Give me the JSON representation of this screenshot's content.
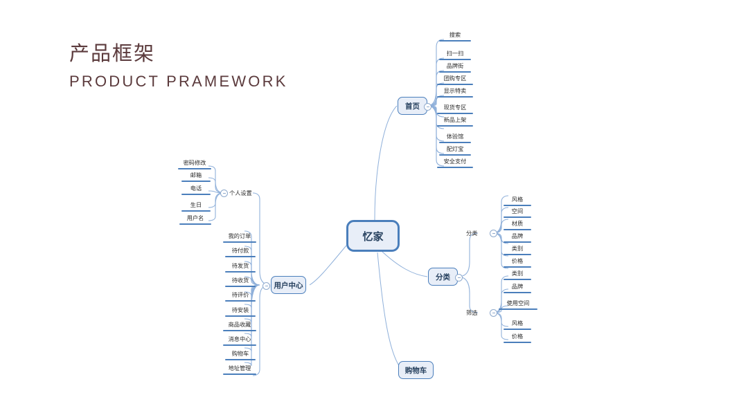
{
  "header": {
    "title_cn": "产品框架",
    "title_en": "PRODUCT PRAMEWORK",
    "title_color": "#5b3a3c"
  },
  "theme": {
    "node_fill": "#e8eef8",
    "node_border": "#4a7ebb",
    "node_text": "#26405e",
    "link_color": "#8fb0da",
    "bar_color": "#4a7ebb",
    "leaf_text": "#2b2b2b",
    "background": "#ffffff"
  },
  "mindmap": {
    "root": {
      "label": "忆家"
    },
    "branches": [
      {
        "label": "首页",
        "side": "right",
        "toggle": "collapse-toggle",
        "children": [
          {
            "label": "搜索"
          },
          {
            "label": "扫一扫"
          },
          {
            "label": "品牌街"
          },
          {
            "label": "团购专区"
          },
          {
            "label": "显示特卖"
          },
          {
            "label": "现货专区"
          },
          {
            "label": "新品上架"
          },
          {
            "label": "体验馆"
          },
          {
            "label": "配灯宝"
          },
          {
            "label": "安全支付"
          }
        ]
      },
      {
        "label": "分类",
        "side": "right",
        "toggle": "collapse-toggle",
        "groups": [
          {
            "label": "分类",
            "toggle": "collapse-toggle",
            "children": [
              {
                "label": "风格"
              },
              {
                "label": "空间"
              },
              {
                "label": "材质"
              },
              {
                "label": "品牌"
              },
              {
                "label": "类别"
              },
              {
                "label": "价格"
              }
            ]
          },
          {
            "label": "筛选",
            "toggle": "collapse-toggle",
            "children": [
              {
                "label": "类别"
              },
              {
                "label": "品牌"
              },
              {
                "label": "使用空间"
              },
              {
                "label": "风格"
              },
              {
                "label": "价格"
              }
            ]
          }
        ]
      },
      {
        "label": "购物车",
        "side": "right",
        "children": []
      },
      {
        "label": "用户中心",
        "side": "left",
        "toggle": "collapse-toggle",
        "groups": [
          {
            "label": "个人设置",
            "toggle": "collapse-toggle",
            "children": [
              {
                "label": "密码修改"
              },
              {
                "label": "邮箱"
              },
              {
                "label": "电话"
              },
              {
                "label": "生日"
              },
              {
                "label": "用户名"
              }
            ]
          },
          {
            "label": "",
            "children": [
              {
                "label": "我的订单"
              },
              {
                "label": "待付款"
              },
              {
                "label": "待发货"
              },
              {
                "label": "待收货"
              },
              {
                "label": "待评价"
              },
              {
                "label": "待安装"
              },
              {
                "label": "商品收藏"
              },
              {
                "label": "消息中心"
              },
              {
                "label": "购物车"
              },
              {
                "label": "地址管理"
              }
            ]
          }
        ]
      }
    ]
  }
}
